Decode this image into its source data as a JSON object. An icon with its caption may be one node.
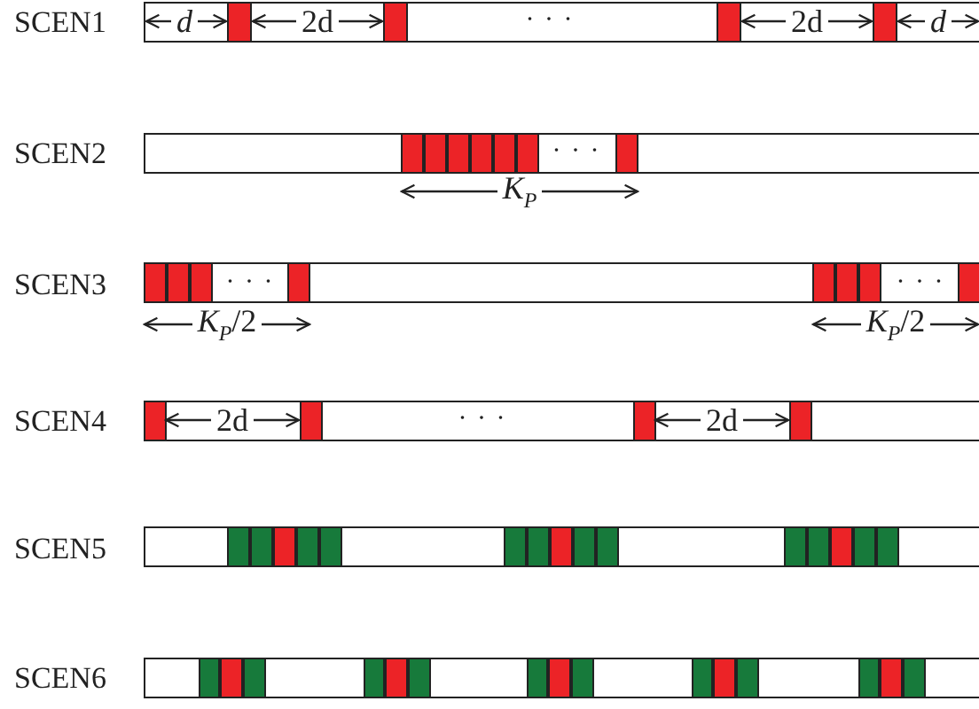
{
  "diagram": {
    "labels": [
      "SCEN1",
      "*d*",
      "2d",
      "· · ·",
      "2d",
      "*d*",
      "SCEN2",
      "· · ·",
      "*K*$_{P}$",
      "SCEN3",
      "· · ·",
      "· · ·",
      "*K*$_{P}$/2",
      "*K*$_{P}$/2",
      "SCEN4",
      "2d",
      "· · ·",
      "2d",
      "SCEN5",
      "SCEN6"
    ]
  }
}
